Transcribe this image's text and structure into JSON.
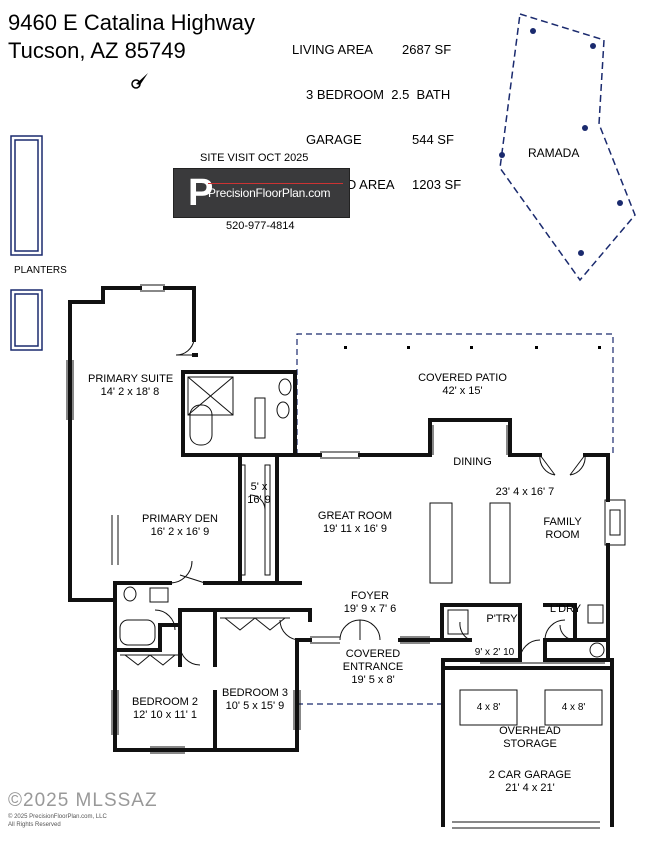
{
  "header": {
    "address_line1": "9460 E Catalina  Highway",
    "address_line2": "Tucson, AZ 85749"
  },
  "stats": [
    {
      "label": "LIVING AREA",
      "value": "2687 SF"
    },
    {
      "label": "3 BEDROOM  2.5  BATH",
      "value": ""
    },
    {
      "label": "GARAGE",
      "value": "544 SF"
    },
    {
      "label": "COVERED AREA",
      "value": "1203 SF"
    }
  ],
  "site_visit": "SITE VISIT  OCT 2025",
  "logo": {
    "letter": "P",
    "text": "PrecisionFloorPlan.com"
  },
  "phone": "520-977-4814",
  "planters_label": "PLANTERS",
  "ramada_label": "RAMADA",
  "rooms": {
    "primary_suite": {
      "name": "PRIMARY SUITE",
      "dims": "14' 2 x 18' 8"
    },
    "covered_patio": {
      "name": "COVERED PATIO",
      "dims": "42' x 15'"
    },
    "dining": {
      "name": "DINING"
    },
    "dining_family_dims": "23' 4 x 16' 7",
    "family_room": {
      "name": "FAMILY",
      "name2": "ROOM"
    },
    "primary_den": {
      "name": "PRIMARY DEN",
      "dims": "16' 2 x 16' 9"
    },
    "closet": {
      "name": "5' x",
      "dims": "16' 9"
    },
    "great_room": {
      "name": "GREAT ROOM",
      "dims": "19' 11 x 16' 9"
    },
    "foyer": {
      "name": "FOYER",
      "dims": "19' 9 x 7' 6"
    },
    "pantry": {
      "name": "P'TRY"
    },
    "laundry": {
      "name": "L'DRY"
    },
    "hall_closet": {
      "dims": "9' x 2' 10"
    },
    "covered_entrance": {
      "name": "COVERED",
      "name2": "ENTRANCE",
      "dims": "19' 5 x 8'"
    },
    "bedroom2": {
      "name": "BEDROOM 2",
      "dims": "12' 10 x 11' 1"
    },
    "bedroom3": {
      "name": "BEDROOM 3",
      "dims": "10' 5 x 15' 9"
    },
    "storage_a": "4 x 8'",
    "storage_b": "4 x 8'",
    "overhead_storage": {
      "name": "OVERHEAD",
      "name2": "STORAGE"
    },
    "garage": {
      "name": "2 CAR GARAGE",
      "dims": "21' 4 x 21'"
    }
  },
  "footer": {
    "watermark": "©2025 MLSSAZ",
    "credit1": "© 2025 PrecisionFloorPlan.com, LLC",
    "credit2": "All Rights Reserved"
  },
  "colors": {
    "walls": "#111111",
    "dashed": "#1a2a6e",
    "planter": "#1a2a6e",
    "logo_bg": "#3a3a3c"
  }
}
